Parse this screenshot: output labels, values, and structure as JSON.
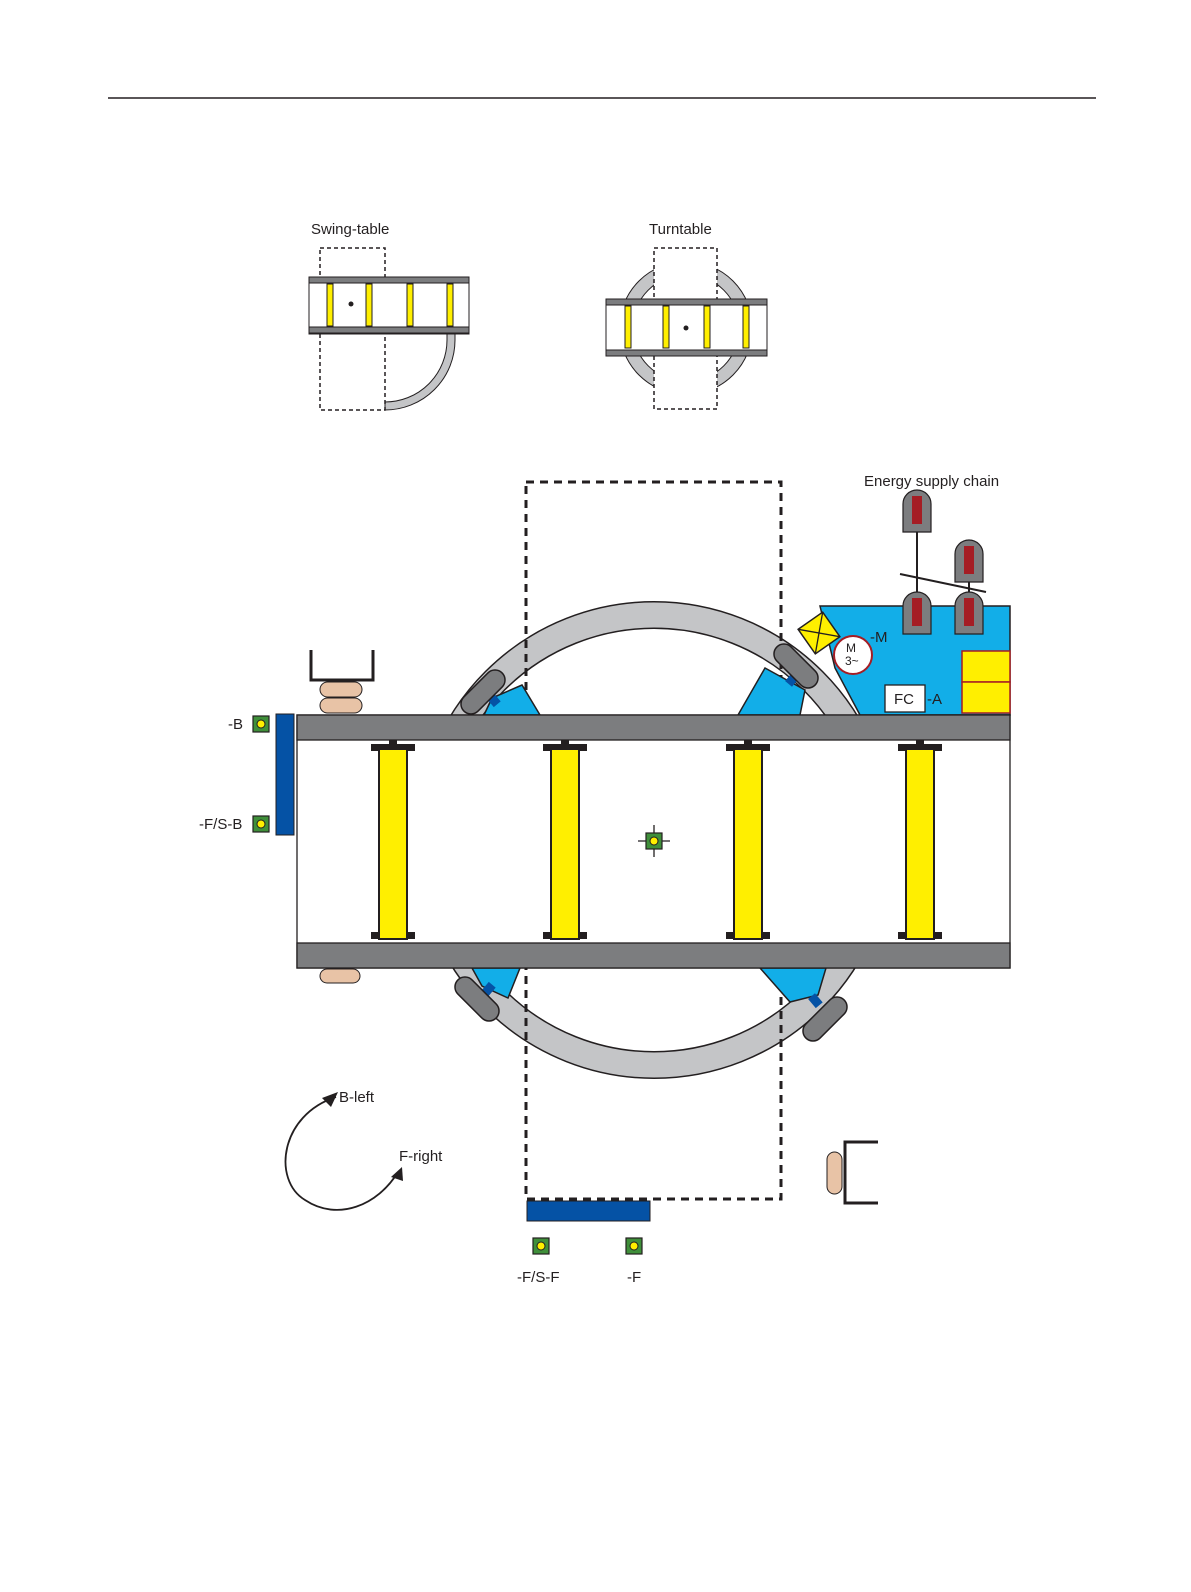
{
  "labels": {
    "swing_table": "Swing-table",
    "turntable": "Turntable",
    "energy_supply_chain": "Energy supply chain",
    "motor_tag": "-M",
    "motor_m": "M",
    "motor_phase": "3~",
    "fc": "FC",
    "fc_tag": "-A",
    "sensor_b": "-B",
    "sensor_fsb": "-F/S-B",
    "sensor_fsf": "-F/S-F",
    "sensor_f": "-F",
    "b_left": "B-left",
    "f_right": "F-right"
  },
  "colors": {
    "frame_gray": "#7c7d7f",
    "ring_gray": "#c4c5c7",
    "roller_yellow": "#ffef00",
    "drive_blue": "#12aee8",
    "bumper_blue": "#0552a5",
    "sensor_green": "#3f8f3a",
    "stopper_tan": "#e8c3a6",
    "chain_red": "#a51d24",
    "line_dark": "#231f20"
  },
  "icons": {
    "sensor": "proximity-sensor-icon",
    "motor": "motor-icon",
    "gearbox": "gearbox-icon",
    "center": "center-mark-icon"
  }
}
